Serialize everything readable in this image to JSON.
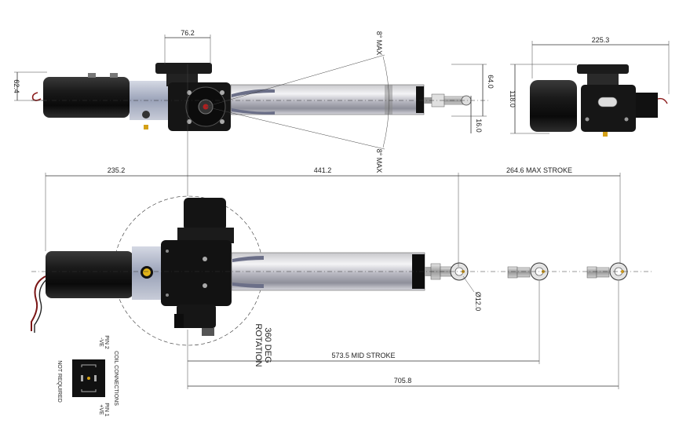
{
  "dimensions": {
    "top_view": {
      "width_76": "76.2",
      "height_62": "62.4",
      "angle_top": "8° MAX",
      "angle_bottom": "8° MAX",
      "height_64": "64.0",
      "height_16": "16.0"
    },
    "end_view": {
      "width_225": "225.3",
      "height_118": "118.0"
    },
    "side_view": {
      "len_235": "235.2",
      "len_441": "441.2",
      "max_stroke": "264.6 MAX STROKE",
      "diameter": "Ø12.0",
      "mid_stroke": "573.5 MID STROKE",
      "total": "705.8",
      "rotation_line1": "360 DEG",
      "rotation_line2": "ROTATION"
    }
  },
  "connector": {
    "title": "COIL CONNECTIONS",
    "pin2_line1": "PIN 2",
    "pin2_line2": "-VE",
    "pin1_line1": "PIN 1",
    "pin1_line2": "+VE",
    "not_required": "NOT REQUIRED"
  }
}
